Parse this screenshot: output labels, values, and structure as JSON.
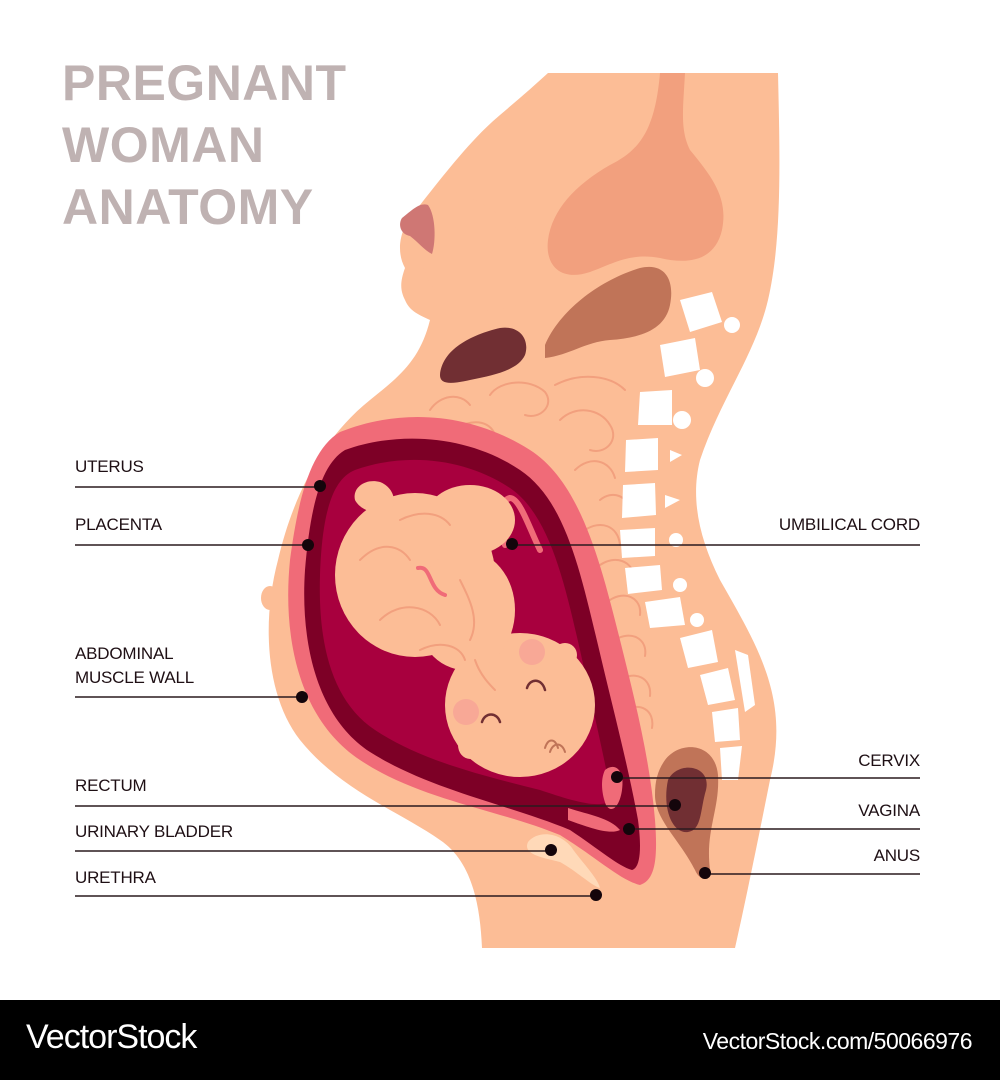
{
  "title": {
    "line1": "PREGNANT",
    "line2": "WOMAN",
    "line3": "ANATOMY",
    "color": "#bfb2b2"
  },
  "labels": {
    "uterus": "UTERUS",
    "placenta": "PLACENTA",
    "abdominal_line1": "ABDOMINAL",
    "abdominal_line2": "MUSCLE WALL",
    "rectum": "RECTUM",
    "urinary_bladder": "URINARY BLADDER",
    "urethra": "URETHRA",
    "umbilical_cord": "UMBILICAL CORD",
    "cervix": "CERVIX",
    "vagina": "VAGINA",
    "anus": "ANUS"
  },
  "colors": {
    "skin": "#fcbd96",
    "lung": "#f2a07e",
    "liver": "#c07458",
    "stomach": "#712f33",
    "uterus_outer": "#f06b78",
    "placenta": "#7d0026",
    "amniotic": "#a8003e",
    "bone": "#ffffff",
    "leader": "#2a1a1f",
    "dot": "#14050b"
  },
  "footer": {
    "brand": "VectorStock",
    "url": "VectorStock.com/50066976"
  }
}
